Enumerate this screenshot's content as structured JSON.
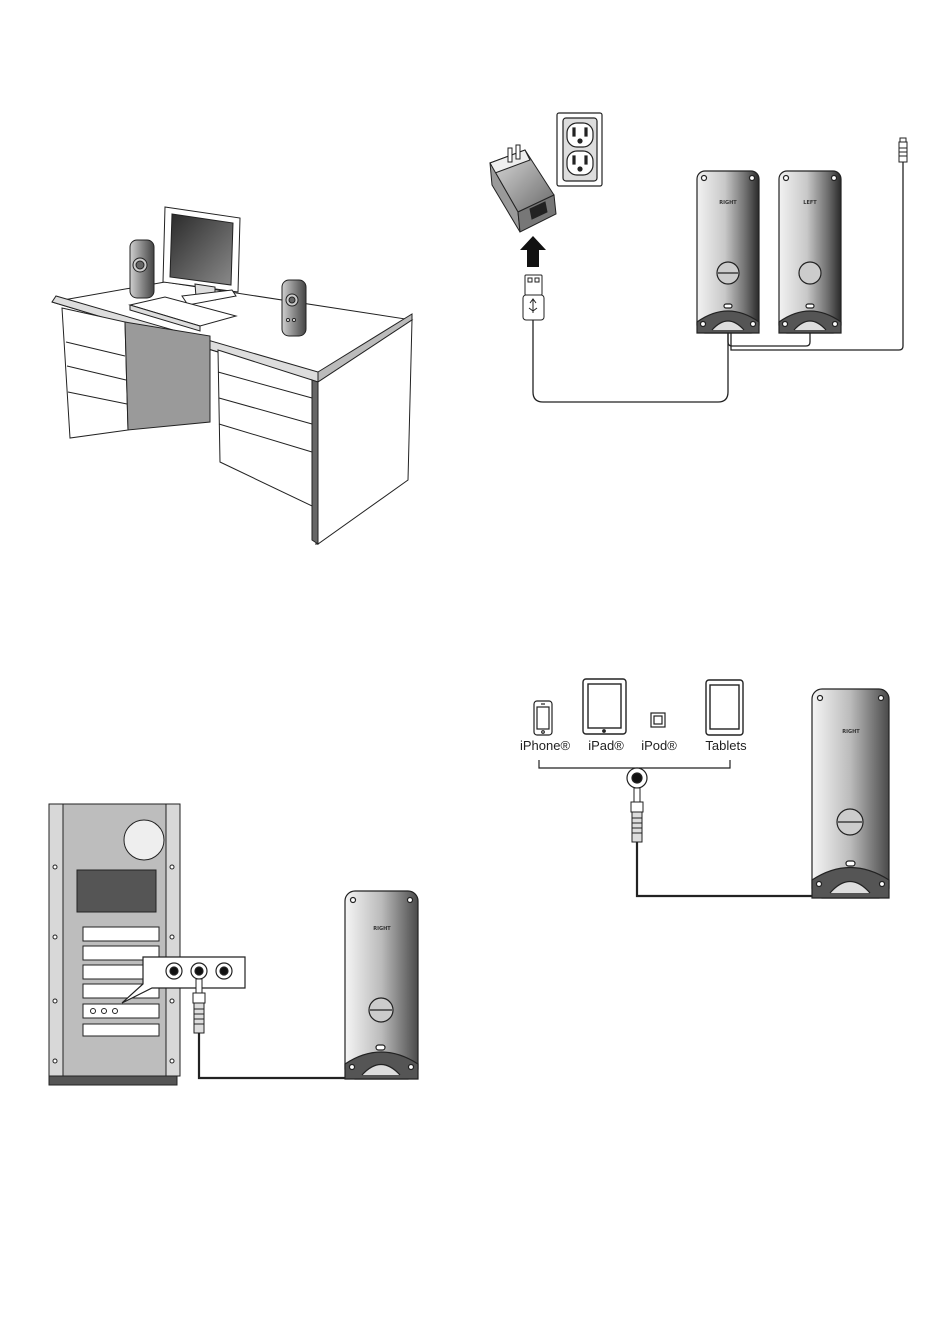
{
  "devices": {
    "iphone": "iPhone®",
    "ipad": "iPad®",
    "ipod": "iPod®",
    "tablets": "Tablets"
  },
  "speaker_labels": {
    "right": "RIGHT",
    "left": "LEFT"
  },
  "panels": [
    "desk-setup",
    "power-connection",
    "computer-connection",
    "device-connection"
  ],
  "icons": [
    "desk-icon",
    "monitor-icon",
    "keyboard-icon",
    "speaker-icon",
    "power-adapter-icon",
    "wall-outlet-icon",
    "usb-plug-icon",
    "audio-jack-icon",
    "pc-tower-icon",
    "iphone-icon",
    "ipad-icon",
    "ipod-icon",
    "tablet-icon"
  ],
  "colors": {
    "line": "#222222",
    "speaker_dark": "#3a3a3a",
    "speaker_light": "#e6e6e6",
    "desk_face": "#ffffff",
    "desk_shadow": "#9a9a9a",
    "tower": "#bdbdbd"
  }
}
